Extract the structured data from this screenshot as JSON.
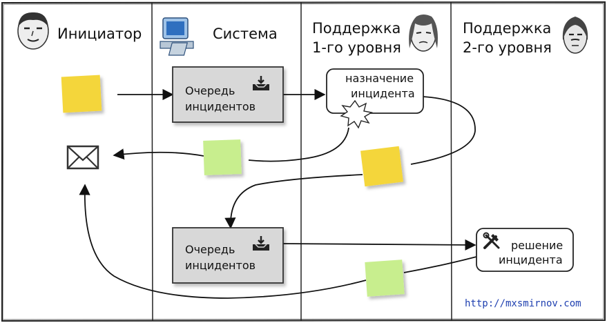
{
  "lanes": [
    {
      "title": "Инициатор"
    },
    {
      "title": "Система"
    },
    {
      "title_line1": "Поддержка",
      "title_line2": "1-го уровня"
    },
    {
      "title_line1": "Поддержка",
      "title_line2": "2-го уровня"
    }
  ],
  "queue_1": {
    "line1": "Очередь",
    "line2": "инцидентов"
  },
  "queue_2": {
    "line1": "Очередь",
    "line2": "инцидентов"
  },
  "assign": {
    "line1": "назначение",
    "line2": "инцидента"
  },
  "resolve": {
    "line1": "решение",
    "line2": "инцидента"
  },
  "footer": {
    "url": "http://mxsmirnov.com"
  },
  "colors": {
    "sticky_yellow": "#f4d63a",
    "sticky_green": "#c8ee8e",
    "queue_fill": "#d8d8d8",
    "url": "#1e3fb0"
  },
  "icons": [
    "person-icon",
    "computer-icon",
    "person-icon",
    "person-icon",
    "inbox-icon",
    "envelope-icon",
    "tools-icon",
    "burst-icon",
    "sticky-note-icon"
  ]
}
